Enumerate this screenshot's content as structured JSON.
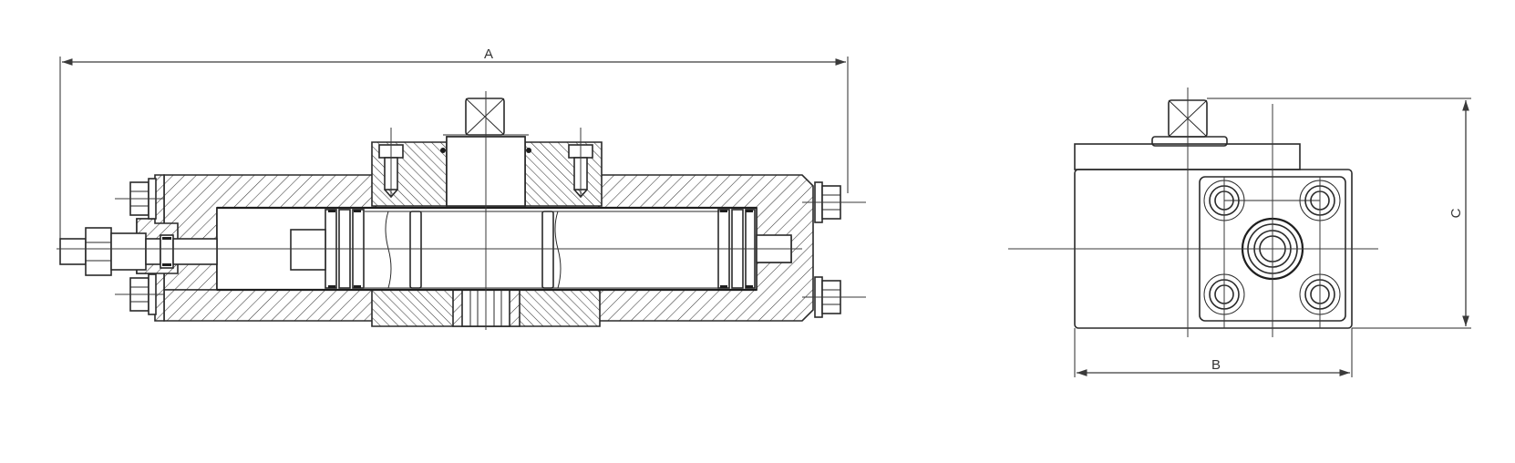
{
  "drawing": {
    "title": "Actuator section view and end view",
    "views": [
      {
        "id": "section-view",
        "description": "Longitudinal cross-section of double-piston actuator with centre drive shaft"
      },
      {
        "id": "end-view",
        "description": "End view showing mounting flange with four bolts and central port"
      }
    ],
    "dimensions": {
      "A": {
        "label": "A",
        "orientation": "horizontal",
        "meaning": "overall length"
      },
      "B": {
        "label": "B",
        "orientation": "horizontal",
        "meaning": "end-view width"
      },
      "C": {
        "label": "C",
        "orientation": "vertical",
        "meaning": "overall height"
      }
    },
    "colors": {
      "line": "#2a2a2a",
      "background": "#ffffff",
      "label": "#333333"
    }
  }
}
